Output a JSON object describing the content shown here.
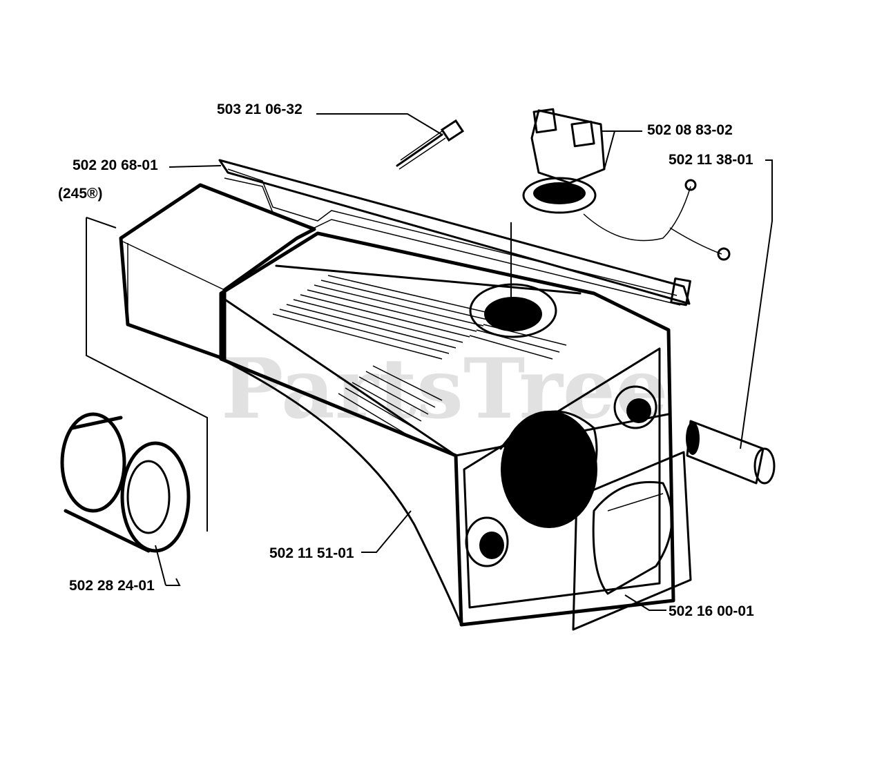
{
  "watermark": "PartsTree",
  "parts": [
    {
      "id": "bolt",
      "label": "503 21 06-32"
    },
    {
      "id": "cap",
      "label": "502 08 83-02"
    },
    {
      "id": "bracket",
      "label": "502 20 68-01"
    },
    {
      "id": "tether",
      "label": "502 11 38-01"
    },
    {
      "id": "variant",
      "label": "(245®)"
    },
    {
      "id": "housing",
      "label": "502 11 51-01"
    },
    {
      "id": "ring",
      "label": "502 28 24-01"
    },
    {
      "id": "plate",
      "label": "502 16 00-01"
    }
  ]
}
